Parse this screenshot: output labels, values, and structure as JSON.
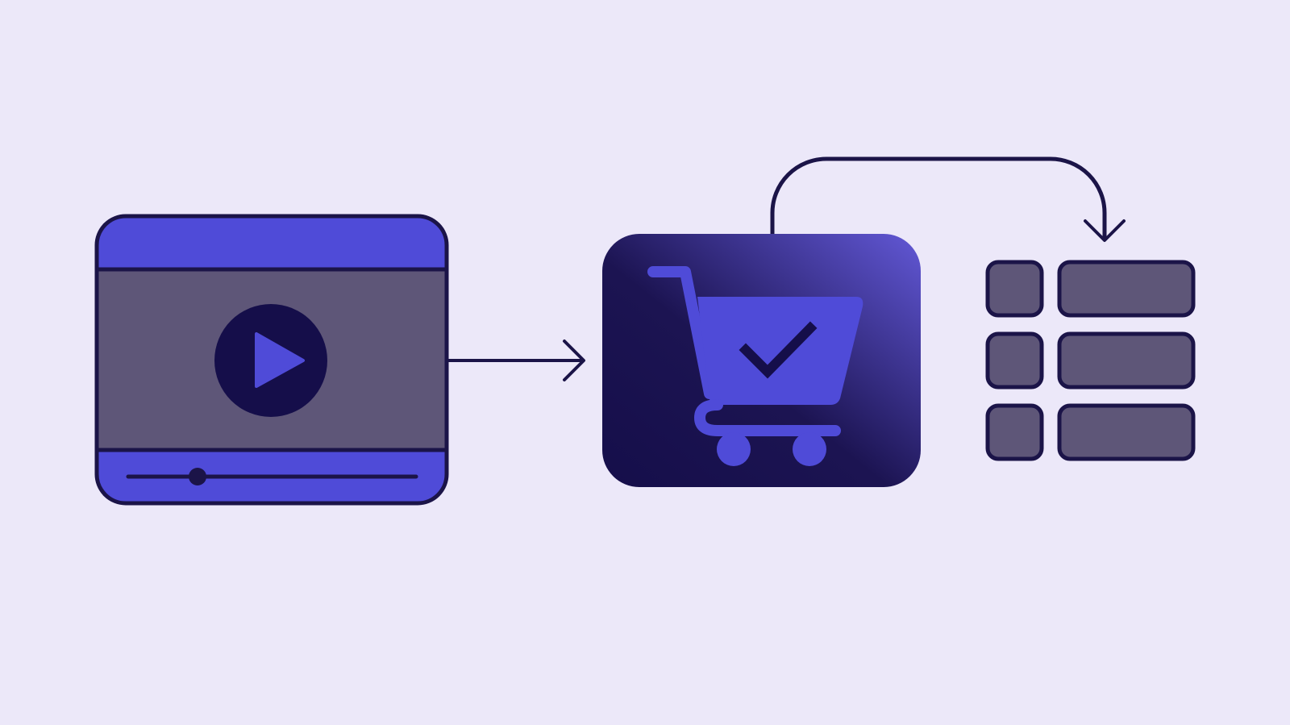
{
  "colors": {
    "background": "#ECE8F9",
    "accent": "#4F4BD8",
    "outline": "#1B1448",
    "panel_gray": "#5E5678",
    "dark": "#150E4A",
    "gradient_light": "#6258D6"
  },
  "diagram": {
    "nodes": [
      {
        "id": "video-player",
        "icon": "video-player-icon"
      },
      {
        "id": "cart",
        "icon": "shopping-cart-check-icon"
      },
      {
        "id": "grid",
        "icon": "list-grid-icon",
        "rows": 3,
        "columns": 2
      }
    ],
    "edges": [
      {
        "from": "video-player",
        "to": "cart",
        "style": "straight-arrow"
      },
      {
        "from": "cart",
        "to": "grid",
        "style": "curved-arrow"
      }
    ]
  }
}
